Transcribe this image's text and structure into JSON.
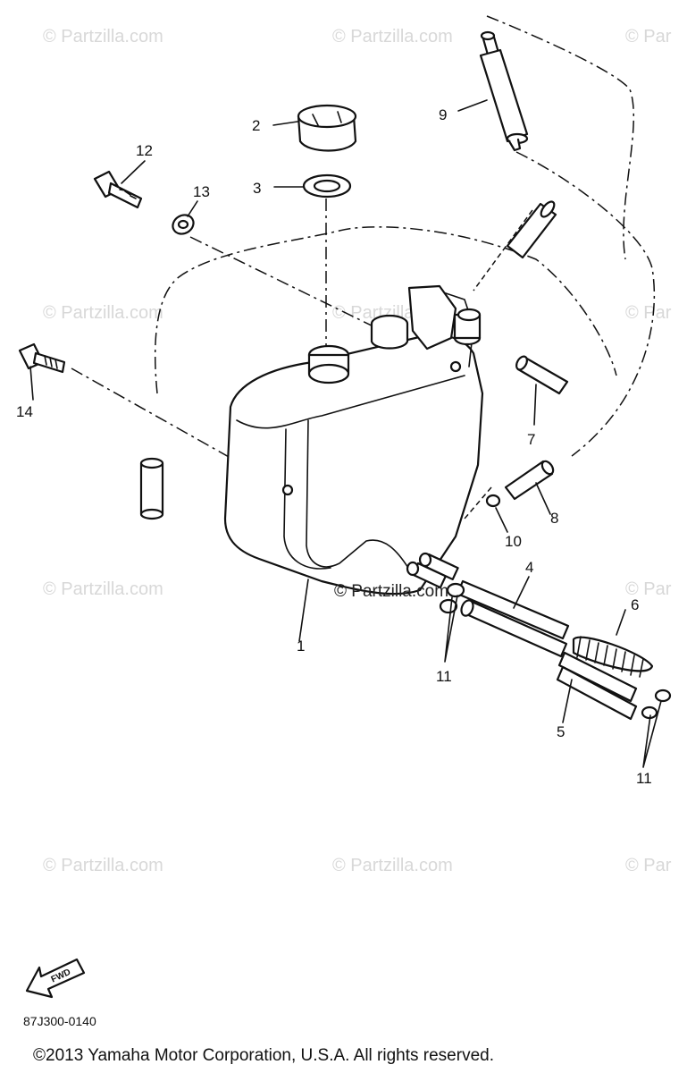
{
  "watermarks": [
    "© Partzilla.com",
    "© Partzilla.com",
    "© Par",
    "© Partzilla.com",
    "© Partzilla.com",
    "© Par",
    "© Partzilla.com",
    "© Par",
    "© Partzilla.com",
    "© Partzilla.com",
    "© Par"
  ],
  "center_watermark": "© Partzilla.com",
  "callouts": {
    "c1": "1",
    "c2": "2",
    "c3": "3",
    "c4": "4",
    "c5": "5",
    "c6": "6",
    "c7": "7",
    "c8": "8",
    "c9": "9",
    "c10": "10",
    "c11a": "11",
    "c11b": "11",
    "c12": "12",
    "c13": "13",
    "c14": "14"
  },
  "fwd_label": "FWD",
  "diagram_code": "87J300-0140",
  "copyright": "©2013  Yamaha Motor Corporation, U.S.A. All rights reserved."
}
